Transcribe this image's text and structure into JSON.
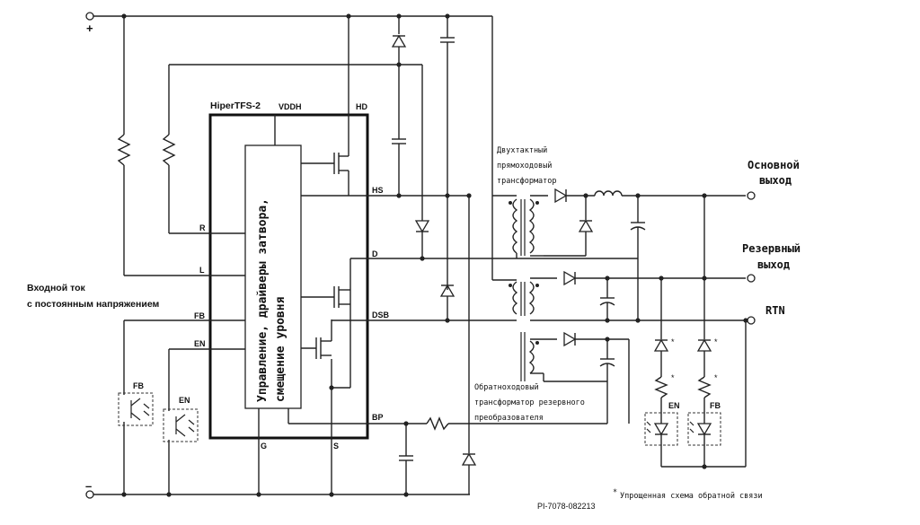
{
  "chip": {
    "name": "HiperTFS-2",
    "internal_block": [
      "Управление, драйверы затвора,",
      "смещение уровня"
    ],
    "pins": {
      "vddh": "VDDH",
      "hd": "HD",
      "hs": "HS",
      "d": "D",
      "dsb": "DSB",
      "bp": "BP",
      "r": "R",
      "l": "L",
      "fb": "FB",
      "en": "EN",
      "g": "G",
      "s": "S"
    }
  },
  "terminals": {
    "plus": "+",
    "minus": "–"
  },
  "input_label": [
    "Входной ток",
    "с постоянным напряжением"
  ],
  "forward_transformer": [
    "Двухтактный",
    "прямоходовый",
    "трансформатор"
  ],
  "flyback_transformer": [
    "Обратноходовый",
    "трансформатор резервного",
    "преобразователя"
  ],
  "outputs": {
    "main": [
      "Основной",
      "выход"
    ],
    "standby": [
      "Резервный",
      "выход"
    ],
    "rtn": "RTN"
  },
  "optocouplers": {
    "left_fb": "FB",
    "left_en": "EN",
    "right_en": "EN",
    "right_fb": "FB"
  },
  "feedback_marker": "*",
  "footnote": {
    "marker": "*",
    "text": "Упрощенная схема обратной связи"
  },
  "part_number": "PI-7078-082213"
}
